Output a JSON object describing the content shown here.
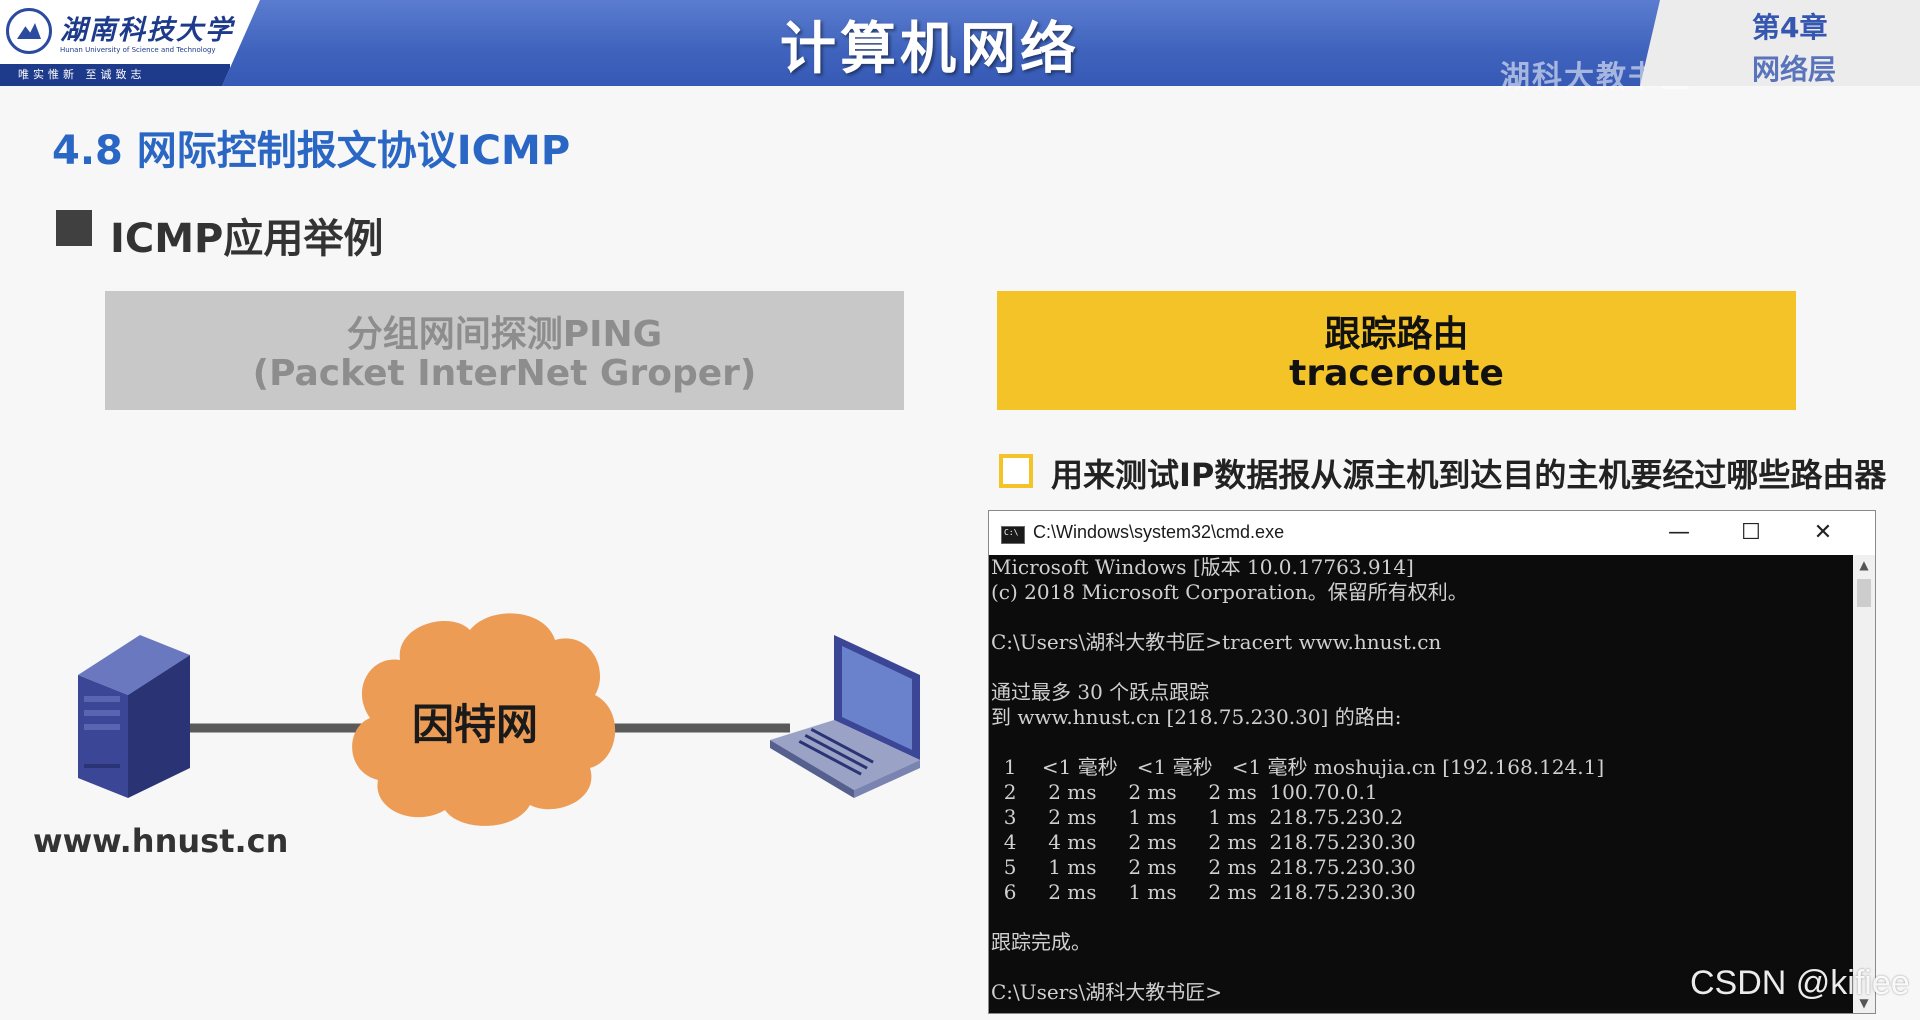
{
  "header": {
    "university_name": "湖南科技大学",
    "university_english": "Hunan University of Science and Technology",
    "motto": "唯实惟新 至诚致志",
    "course_title": "计算机网络",
    "watermark": "湖科大教书匠",
    "chapter_label": "第4章",
    "chapter_sub": "网络层"
  },
  "section_title": "4.8 网际控制报文协议ICMP",
  "sub_heading": "ICMP应用举例",
  "boxes": {
    "ping": {
      "line1": "分组网间探测PING",
      "line2": "(Packet InterNet Groper)"
    },
    "traceroute": {
      "line1": "跟踪路由",
      "line2": "traceroute"
    }
  },
  "description": "用来测试IP数据报从源主机到达目的主机要经过哪些路由器",
  "diagram": {
    "server_label": "www.hnust.cn",
    "internet_label": "因特网"
  },
  "cmd": {
    "title": "C:\\Windows\\system32\\cmd.exe",
    "buttons": {
      "minimize": "—",
      "maximize": "☐",
      "close": "✕"
    },
    "lines": [
      "Microsoft Windows [版本 10.0.17763.914]",
      "(c) 2018 Microsoft Corporation。保留所有权利。",
      "",
      "C:\\Users\\湖科大教书匠>tracert www.hnust.cn",
      "",
      "通过最多 30 个跃点跟踪",
      "到 www.hnust.cn [218.75.230.30] 的路由:",
      "",
      "  1    <1 毫秒   <1 毫秒   <1 毫秒 moshujia.cn [192.168.124.1]",
      "  2     2 ms     2 ms     2 ms  100.70.0.1",
      "  3     2 ms     1 ms     1 ms  218.75.230.2",
      "  4     4 ms     2 ms     2 ms  218.75.230.30",
      "  5     1 ms     2 ms     2 ms  218.75.230.30",
      "  6     2 ms     1 ms     2 ms  218.75.230.30",
      "",
      "跟踪完成。",
      "",
      "C:\\Users\\湖科大教书匠>"
    ]
  },
  "csdn_watermark": "CSDN @kifiee",
  "colors": {
    "header_blue": "#3f63bd",
    "title_blue": "#2a66c4",
    "accent_yellow": "#f4c328",
    "cloud_orange": "#ed9c55"
  }
}
